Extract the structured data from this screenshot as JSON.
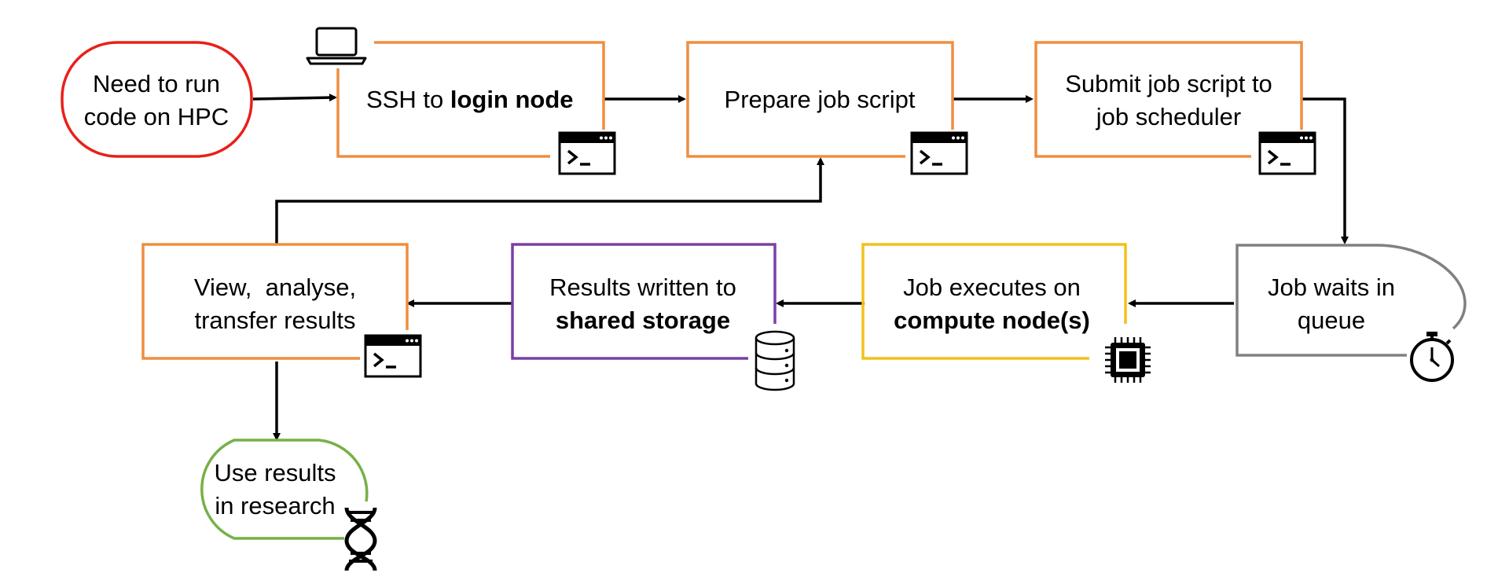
{
  "colors": {
    "start": "#e8201a",
    "process": "#ef8e3f",
    "storage": "#7a3fa6",
    "compute": "#f2c21b",
    "queue": "#808080",
    "end": "#76b147",
    "arrow": "#000000"
  },
  "nodes": {
    "start": {
      "line1": "Need to run",
      "line2": "code on HPC"
    },
    "ssh": {
      "prefix": "SSH to ",
      "bold": "login node",
      "icons": [
        "laptop-icon",
        "terminal-icon"
      ]
    },
    "prepare": {
      "line1": "Prepare job script",
      "icon": "terminal-icon"
    },
    "submit": {
      "line1": "Submit job script to",
      "line2": "job scheduler",
      "icon": "terminal-icon"
    },
    "queue": {
      "line1": "Job waits in",
      "line2": "queue",
      "icon": "stopwatch-icon"
    },
    "execute": {
      "line1": "Job executes on",
      "line2_bold": "compute node(s)",
      "icon": "cpu-chip-icon"
    },
    "results": {
      "line1": "Results written to",
      "line2_bold": "shared storage",
      "icon": "database-icon"
    },
    "view": {
      "line1": "View,  analyse,",
      "line2": "transfer results",
      "icon": "terminal-icon"
    },
    "use": {
      "line1": "Use results",
      "line2": "in research",
      "icon": "dna-icon"
    }
  }
}
